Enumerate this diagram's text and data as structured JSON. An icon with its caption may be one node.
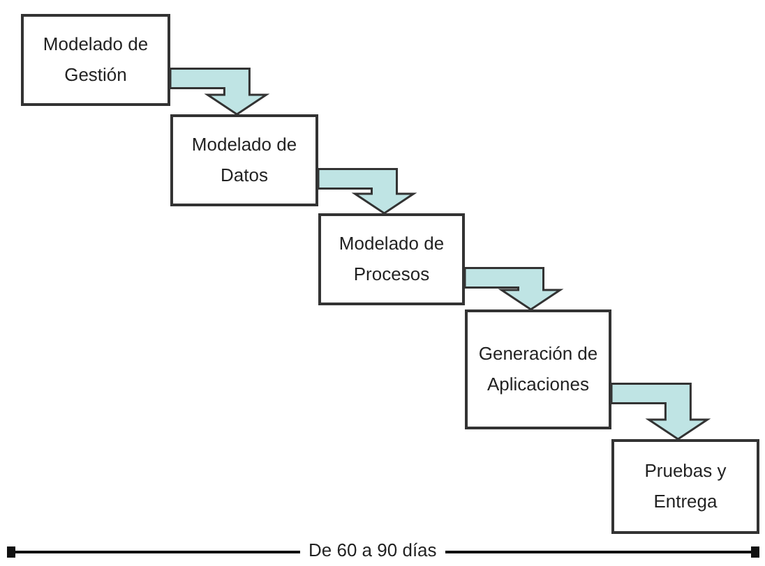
{
  "diagram": {
    "nodes": [
      {
        "text": [
          "Modelado de Gestión"
        ]
      },
      {
        "text": [
          "Modelado de Datos"
        ]
      },
      {
        "text": [
          "Modelado de Procesos"
        ]
      },
      {
        "text": [
          "Generación de Aplicaciones"
        ]
      },
      {
        "text": [
          "Pruebas y Entrega"
        ]
      }
    ],
    "edges": [
      {
        "from": 0,
        "to": 1,
        "arrow": "to"
      },
      {
        "from": 1,
        "to": 2,
        "arrow": "to"
      },
      {
        "from": 2,
        "to": 3,
        "arrow": "to"
      },
      {
        "from": 3,
        "to": 4,
        "arrow": "to"
      }
    ],
    "labels": [
      "De 60 a 90 días"
    ]
  }
}
